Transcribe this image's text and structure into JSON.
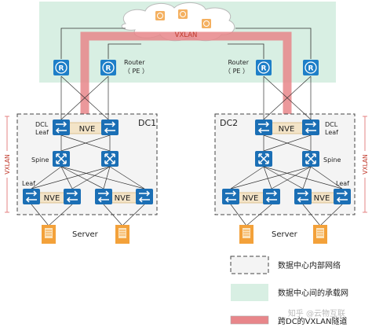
{
  "carrier_cloud": {
    "label": "VXLAN"
  },
  "routers": {
    "left_label_1": "Router",
    "left_label_2": "（ PE ）",
    "right_label_1": "Router",
    "right_label_2": "（ PE ）"
  },
  "dc1": {
    "name": "DC1",
    "leaf_label_1": "DCL",
    "leaf_label_2": "Leaf",
    "spine_label": "Spine",
    "access_leaf_label": "Leaf",
    "server_label": "Server",
    "side_label": "VXLAN"
  },
  "dc2": {
    "name": "DC2",
    "leaf_label_1": "DCL",
    "leaf_label_2": "Leaf",
    "spine_label": "Spine",
    "access_leaf_label": "Leaf",
    "server_label": "Server",
    "side_label": "VXLAN"
  },
  "nve_label": "NVE",
  "legend": {
    "internal_network": "数据中心内部网络",
    "carrier_network": "数据中心间的承载网",
    "cross_dc_tunnel": "跨DC的VXLAN隧道"
  },
  "watermark": "知乎 @云物互联",
  "colors": {
    "carrier_green": "#d8efe3",
    "device_blue": "#1b6fb5",
    "router_blue": "#1e7fc8",
    "tunnel_red": "#e8868a",
    "nve_fill": "#f3e4c8",
    "server_orange": "#f3a13a",
    "cloud_orange": "#f4b060"
  },
  "icons": {
    "router": "router-icon",
    "switch": "switch-icon",
    "spine": "spine-switch-icon",
    "server": "server-icon"
  }
}
